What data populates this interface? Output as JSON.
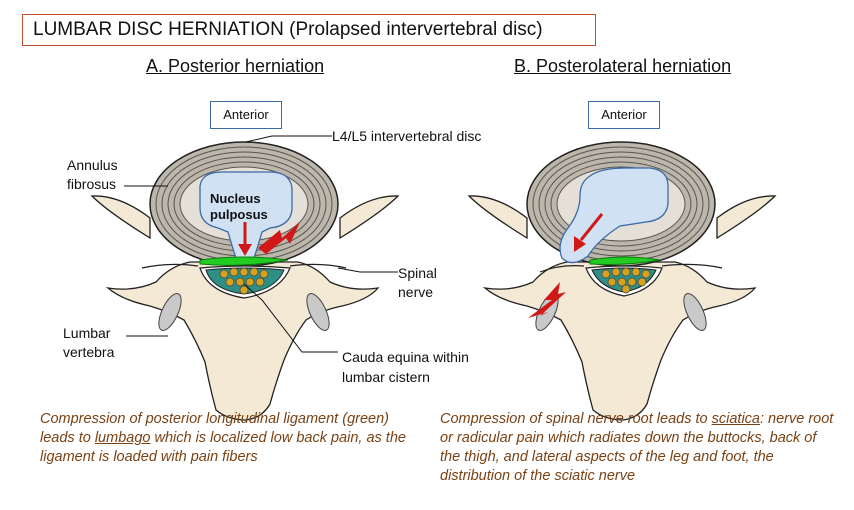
{
  "title": "LUMBAR DISC HERNIATION (Prolapsed intervertebral disc)",
  "panels": {
    "a": {
      "title": "A. Posterior herniation",
      "anterior": "Anterior"
    },
    "b": {
      "title": "B. Posterolateral herniation",
      "anterior": "Anterior"
    }
  },
  "labels": {
    "disc": "L4/L5 intervertebral disc",
    "annulus_1": "Annulus",
    "annulus_2": "fibrosus",
    "nucleus_1": "Nucleus",
    "nucleus_2": "pulposus",
    "spinal_1": "Spinal",
    "spinal_2": "nerve",
    "lumbar_1": "Lumbar",
    "lumbar_2": "vertebra",
    "cauda_1": "Cauda equina within",
    "cauda_2": "lumbar cistern"
  },
  "captions": {
    "a": {
      "pre": "Compression of posterior longitudinal ligament (green) leads to ",
      "link": "lumbago",
      "post": "  which is localized low back pain, as the ligament is loaded with pain fibers"
    },
    "b": {
      "pre": "Compression of spinal nerve root leads to ",
      "link": "sciatica",
      "post": ": nerve root or radicular pain which radiates down the buttocks, back of the thigh, and lateral aspects of the leg and foot, the distribution of the sciatic nerve"
    }
  },
  "colors": {
    "title_border": "#c0502f",
    "anterior_border": "#3a6aa8",
    "caption_text": "#7a4214",
    "ligament_green": "#22cc22",
    "nucleus_fill": "#cfe1f3",
    "arrow_red": "#d01818",
    "cauda_fill": "#2e8f86",
    "nerve_dot": "#d6a21e"
  }
}
